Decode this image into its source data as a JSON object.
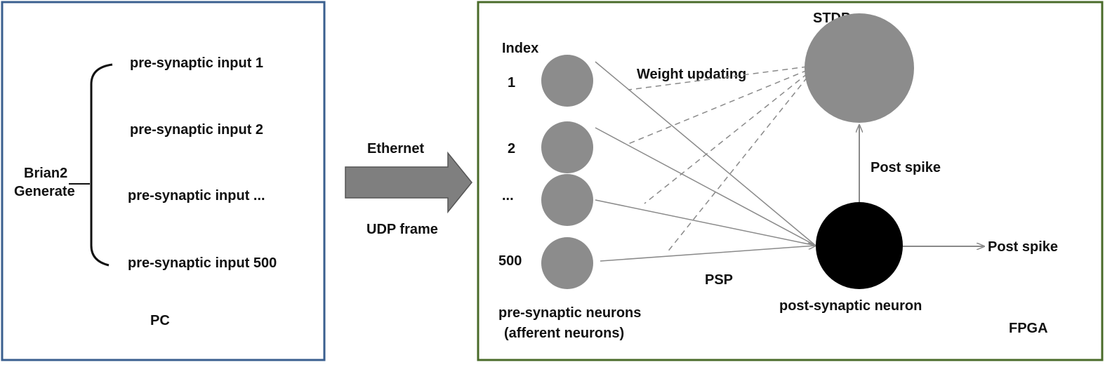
{
  "pc_panel": {
    "label": "PC",
    "generator": {
      "line1": "Brian2",
      "line2": "Generate"
    },
    "inputs": [
      "pre-synaptic input 1",
      "pre-synaptic input 2",
      "pre-synaptic input ...",
      "pre-synaptic input 500"
    ],
    "border_color": "#3a5f8f"
  },
  "link": {
    "top_label": "Ethernet",
    "bottom_label": "UDP frame",
    "arrow_color": "#7f7f7f"
  },
  "fpga_panel": {
    "label": "FPGA",
    "border_color": "#4a6b2a",
    "index_header": "Index",
    "indices": [
      "1",
      "2",
      "...",
      "500"
    ],
    "pre_neurons_caption": {
      "line1": "pre-synaptic neurons",
      "line2": "(afferent neurons)"
    },
    "stdp_label": "STDP",
    "weight_updating_label": "Weight updating",
    "post_spike_feedback_label": "Post spike",
    "post_spike_output_label": "Post spike",
    "psp_label": "PSP",
    "post_neuron_caption": "post-synaptic neuron",
    "neuron_color": "#8c8c8c",
    "post_neuron_color": "#000000"
  }
}
